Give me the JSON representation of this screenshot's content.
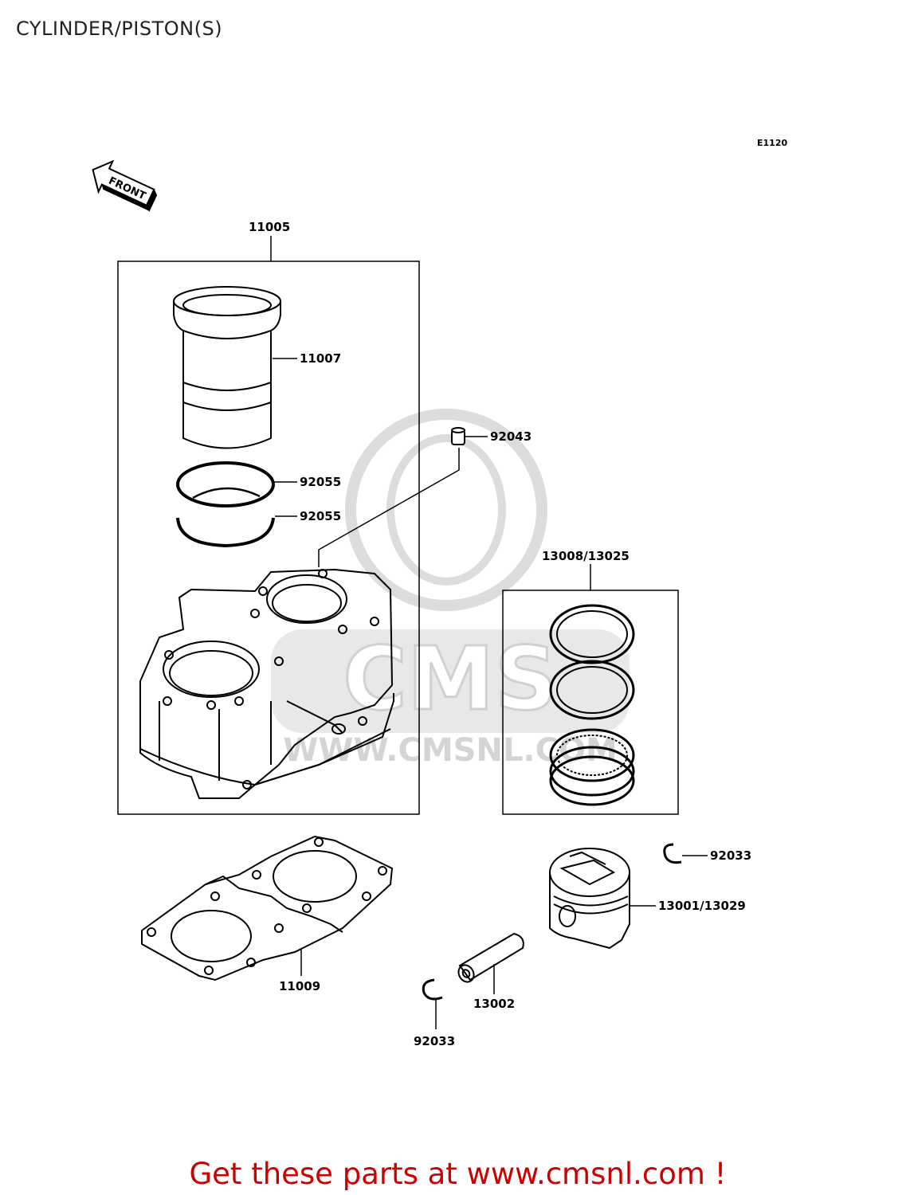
{
  "page": {
    "title": "CYLINDER/PISTON(S)",
    "footer": "Get these parts at www.cmsnl.com !"
  },
  "diagram": {
    "ref_code": "E1120",
    "front_label": "FRONT",
    "watermark": {
      "brand": "CMS",
      "url": "WWW.CMSNL.COM"
    },
    "callouts": {
      "cylinder_assy": "11005",
      "sleeve": "11007",
      "ring_upper": "92055",
      "ring_lower": "92055",
      "dowel_pin": "92043",
      "piston_ring_set": "13008/13025",
      "circlip_right": "92033",
      "piston": "13001/13029",
      "base_gasket": "11009",
      "piston_pin": "13002",
      "circlip_bottom": "92033"
    }
  },
  "colors": {
    "line": "#000000",
    "watermark": "#d9d9d9",
    "footer": "#cc0000"
  }
}
